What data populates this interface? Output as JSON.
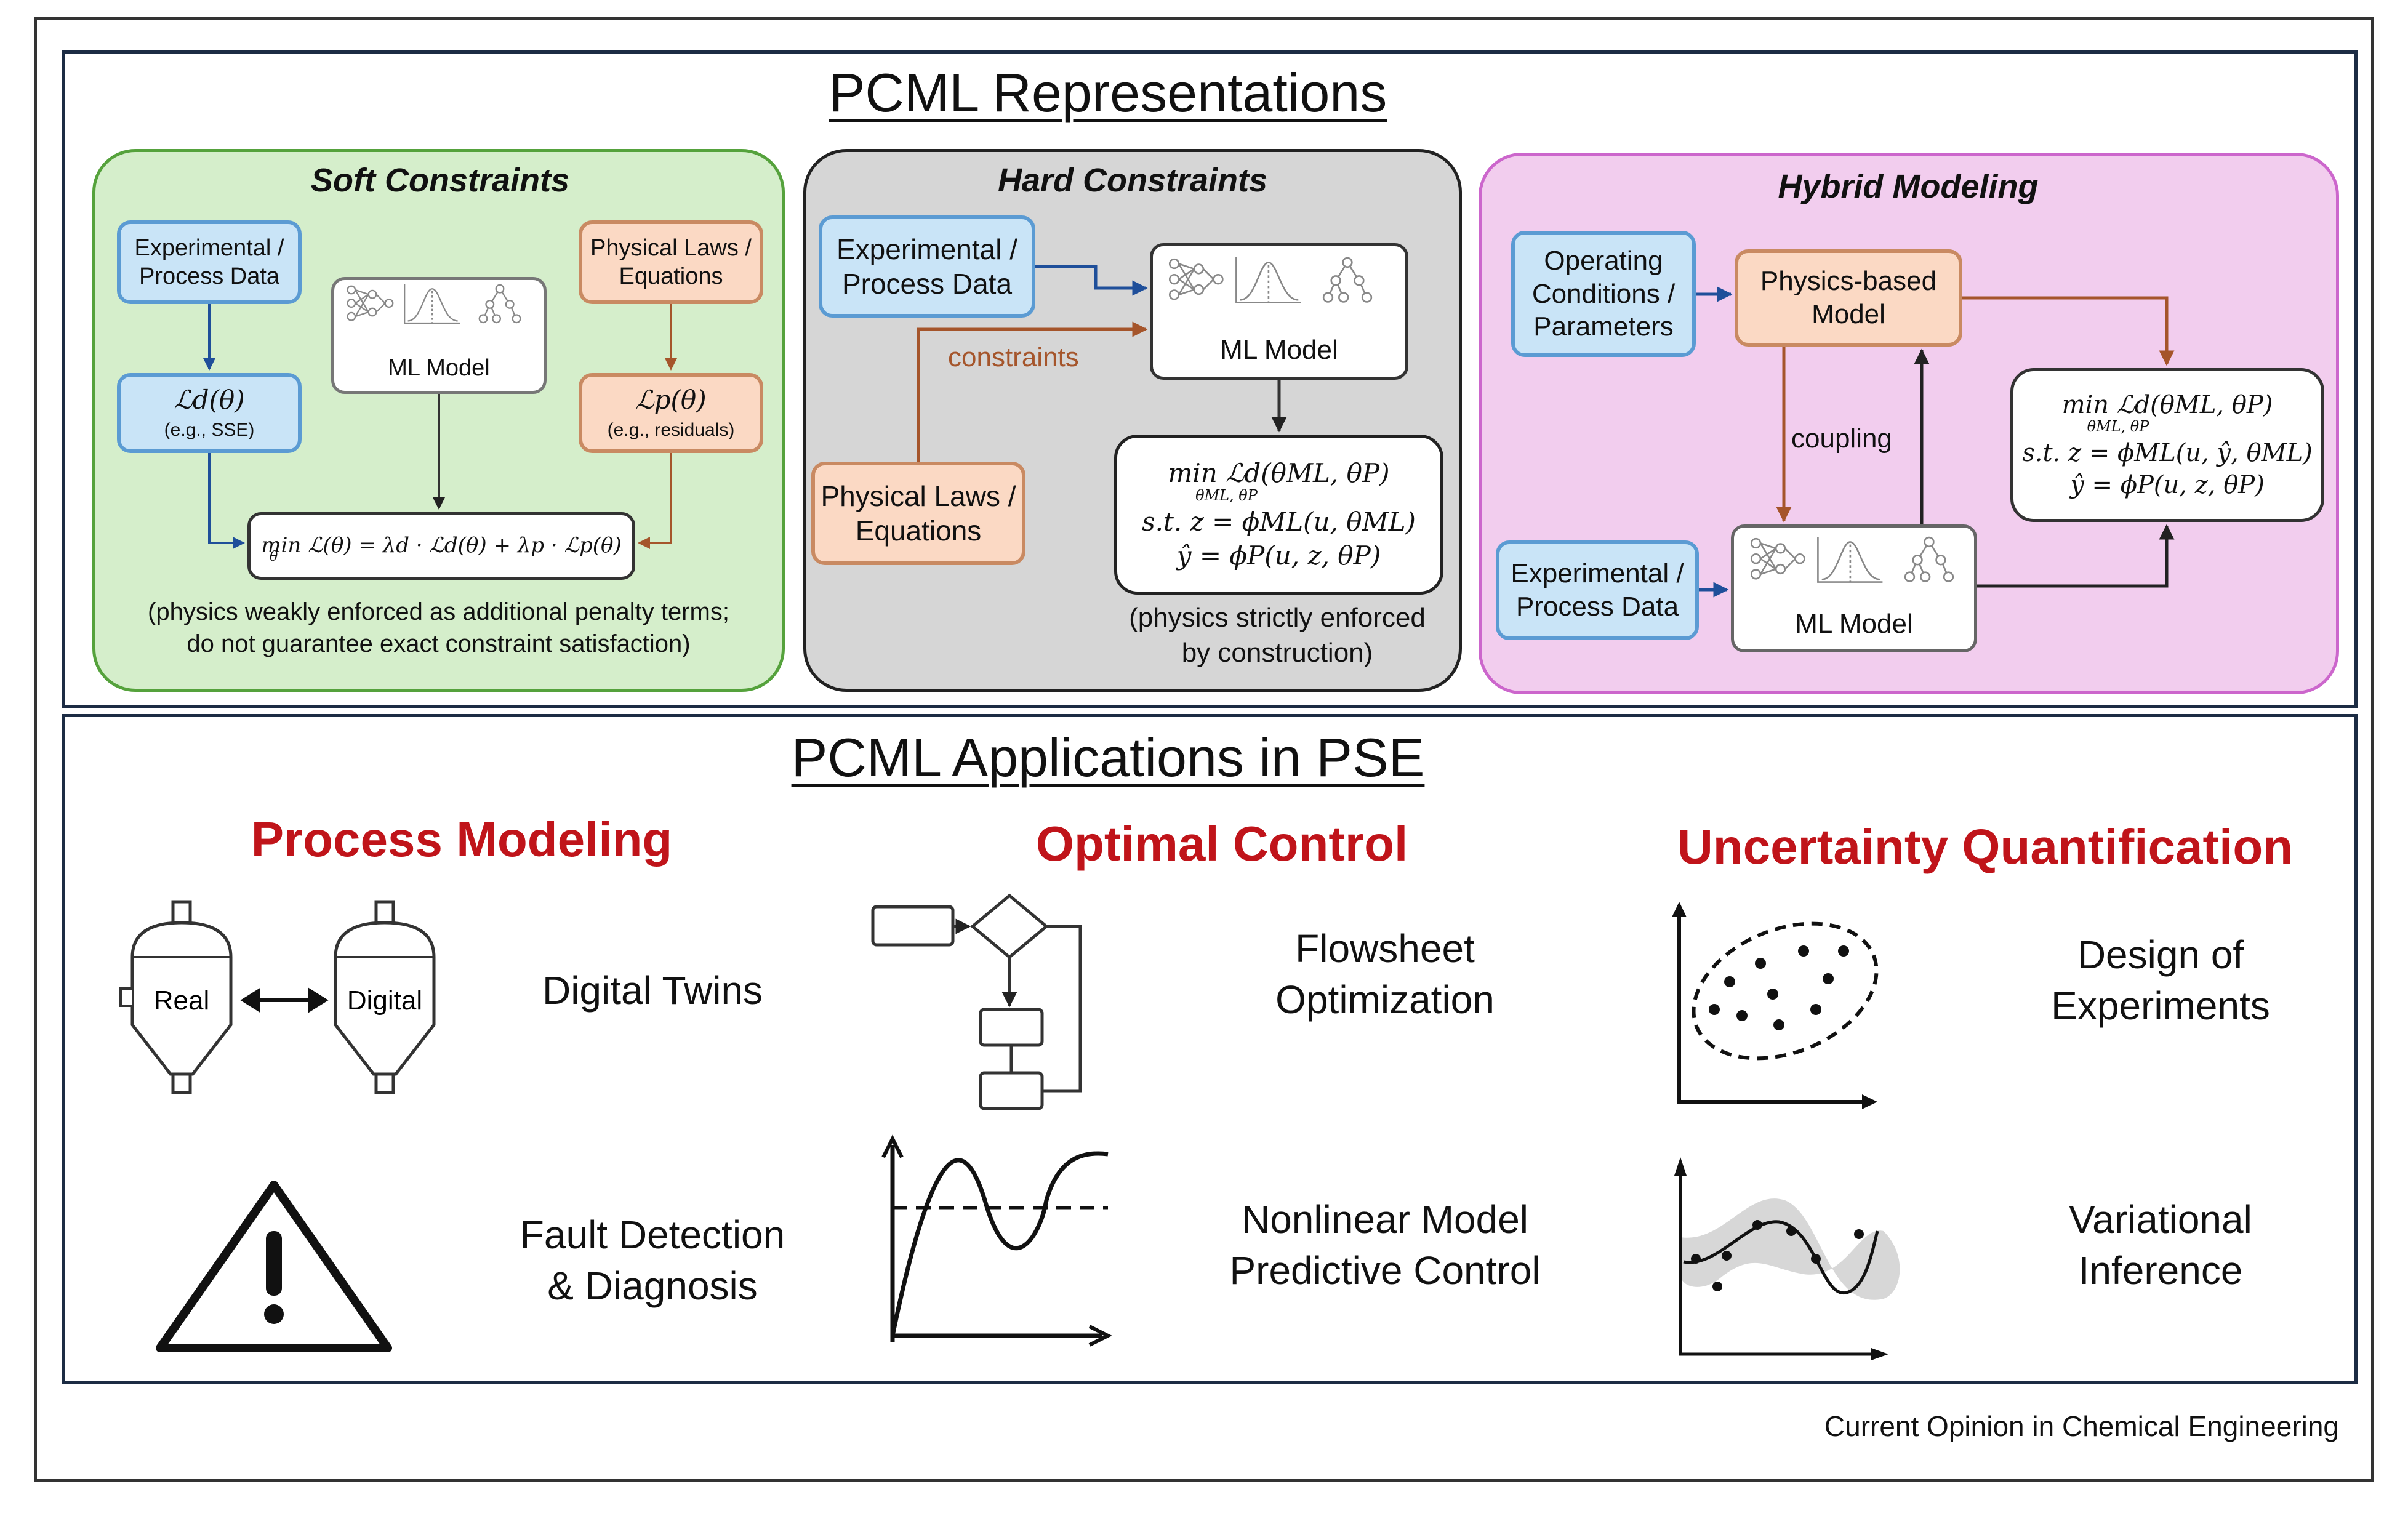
{
  "representations": {
    "title": "PCML Representations",
    "soft": {
      "title": "Soft Constraints",
      "data_node": "Experimental / Process Data",
      "physics_node": "Physical Laws / Equations",
      "ml_node": "ML Model",
      "ld_node": "ℒ𝑑(θ)",
      "ld_note": "(e.g., SSE)",
      "lp_node": "ℒ𝑝(θ)",
      "lp_note": "(e.g., residuals)",
      "objective": "min ℒ(θ) = λd · ℒd(θ) + λp · ℒp(θ)",
      "objective_sub": "θ",
      "caption_line1": "(physics weakly enforced as additional penalty terms;",
      "caption_line2": "do not guarantee exact constraint satisfaction)"
    },
    "hard": {
      "title": "Hard Constraints",
      "data_node": "Experimental / Process Data",
      "physics_node": "Physical Laws / Equations",
      "ml_node": "ML Model",
      "constraints_label": "constraints",
      "eq1": "min ℒd(θML, θP)",
      "eq1_sub": "θML, θP",
      "eq2": "s.t. z = ϕML(u, θML)",
      "eq3": "ŷ = ϕP(u, z, θP)",
      "caption_line1": "(physics strictly enforced",
      "caption_line2": "by construction)"
    },
    "hybrid": {
      "title": "Hybrid Modeling",
      "operating_node": "Operating Conditions / Parameters",
      "physics_node": "Physics-based Model",
      "data_node": "Experimental / Process Data",
      "ml_node": "ML Model",
      "coupling_label": "coupling",
      "eq1": "min ℒd(θML, θP)",
      "eq1_sub": "θML, θP",
      "eq2": "s.t. z = ϕML(u, ŷ, θML)",
      "eq3": "ŷ = ϕP(u, z, θP)"
    }
  },
  "applications": {
    "title": "PCML Applications in PSE",
    "columns": [
      {
        "heading": "Process Modeling",
        "item1": "Digital Twins",
        "item2_line1": "Fault Detection",
        "item2_line2": "& Diagnosis",
        "real_label": "Real",
        "digital_label": "Digital"
      },
      {
        "heading": "Optimal Control",
        "item1_line1": "Flowsheet",
        "item1_line2": "Optimization",
        "item2_line1": "Nonlinear Model",
        "item2_line2": "Predictive Control"
      },
      {
        "heading": "Uncertainty Quantification",
        "item1_line1": "Design of",
        "item1_line2": "Experiments",
        "item2_line1": "Variational",
        "item2_line2": "Inference"
      }
    ]
  },
  "footer": "Current Opinion in Chemical Engineering",
  "colors": {
    "soft_bg": "#d5eecb",
    "soft_border": "#55a23c",
    "hard_bg": "#d6d6d6",
    "hard_border": "#222222",
    "hybrid_bg": "#f2cdee",
    "hybrid_border": "#cc66cc",
    "blue_node": "#c9e4f7",
    "orange_node": "#fbd9c4",
    "arrow_blue": "#1f4f9a",
    "arrow_orange": "#a5552b",
    "heading_red": "#c0141a"
  },
  "icons": [
    "neural-network-icon",
    "distribution-icon",
    "decision-tree-icon",
    "tank-icon",
    "warning-icon",
    "flowchart-icon",
    "step-response-icon",
    "ellipse-scatter-icon",
    "gp-regression-icon"
  ]
}
